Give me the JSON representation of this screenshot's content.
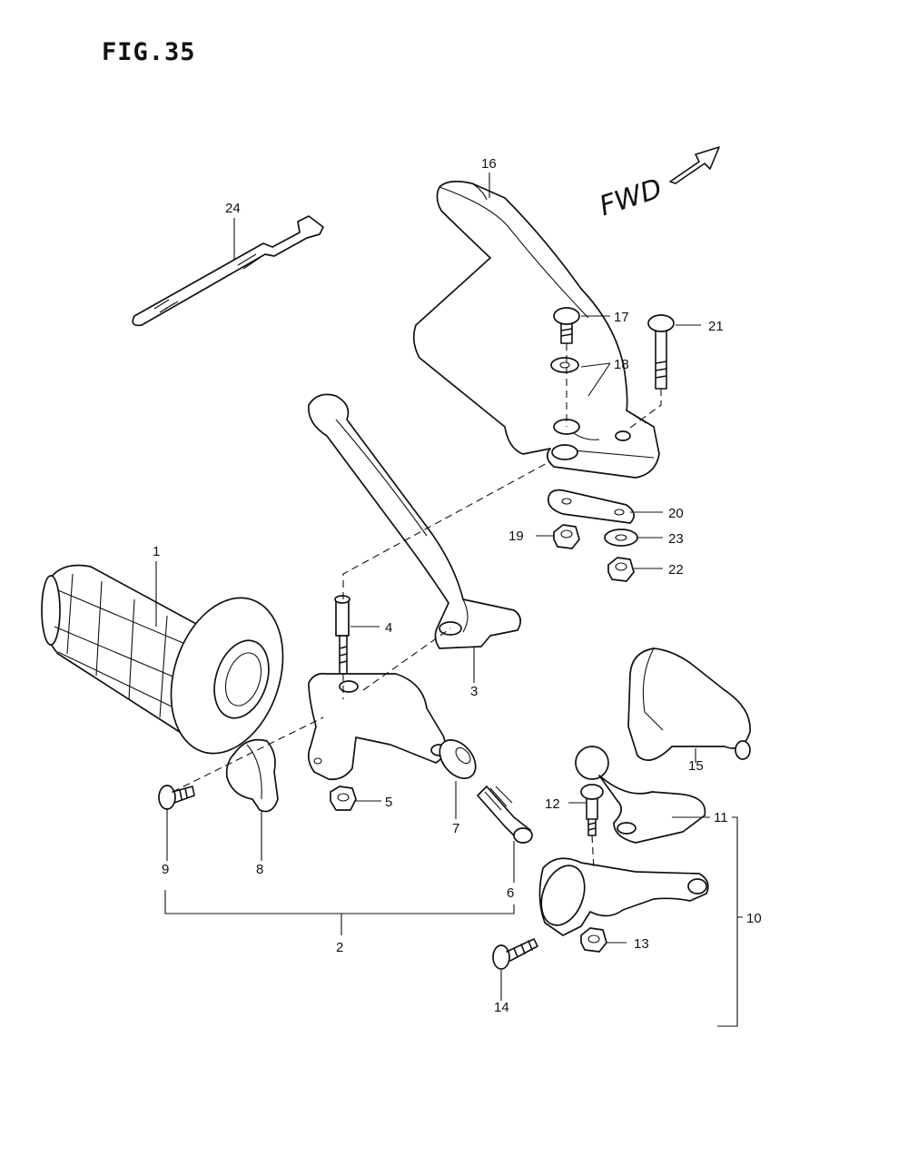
{
  "figure": {
    "title": "FIG.35",
    "direction_label": "FWD"
  },
  "callouts": [
    {
      "id": "1",
      "label": "1"
    },
    {
      "id": "2",
      "label": "2"
    },
    {
      "id": "3",
      "label": "3"
    },
    {
      "id": "4",
      "label": "4"
    },
    {
      "id": "5",
      "label": "5"
    },
    {
      "id": "6",
      "label": "6"
    },
    {
      "id": "7",
      "label": "7"
    },
    {
      "id": "8",
      "label": "8"
    },
    {
      "id": "9",
      "label": "9"
    },
    {
      "id": "10",
      "label": "10"
    },
    {
      "id": "11",
      "label": "11"
    },
    {
      "id": "12",
      "label": "12"
    },
    {
      "id": "13",
      "label": "13"
    },
    {
      "id": "14",
      "label": "14"
    },
    {
      "id": "15",
      "label": "15"
    },
    {
      "id": "16",
      "label": "16"
    },
    {
      "id": "17",
      "label": "17"
    },
    {
      "id": "18",
      "label": "18"
    },
    {
      "id": "19",
      "label": "19"
    },
    {
      "id": "20",
      "label": "20"
    },
    {
      "id": "21",
      "label": "21"
    },
    {
      "id": "22",
      "label": "22"
    },
    {
      "id": "23",
      "label": "23"
    },
    {
      "id": "24",
      "label": "24"
    }
  ]
}
